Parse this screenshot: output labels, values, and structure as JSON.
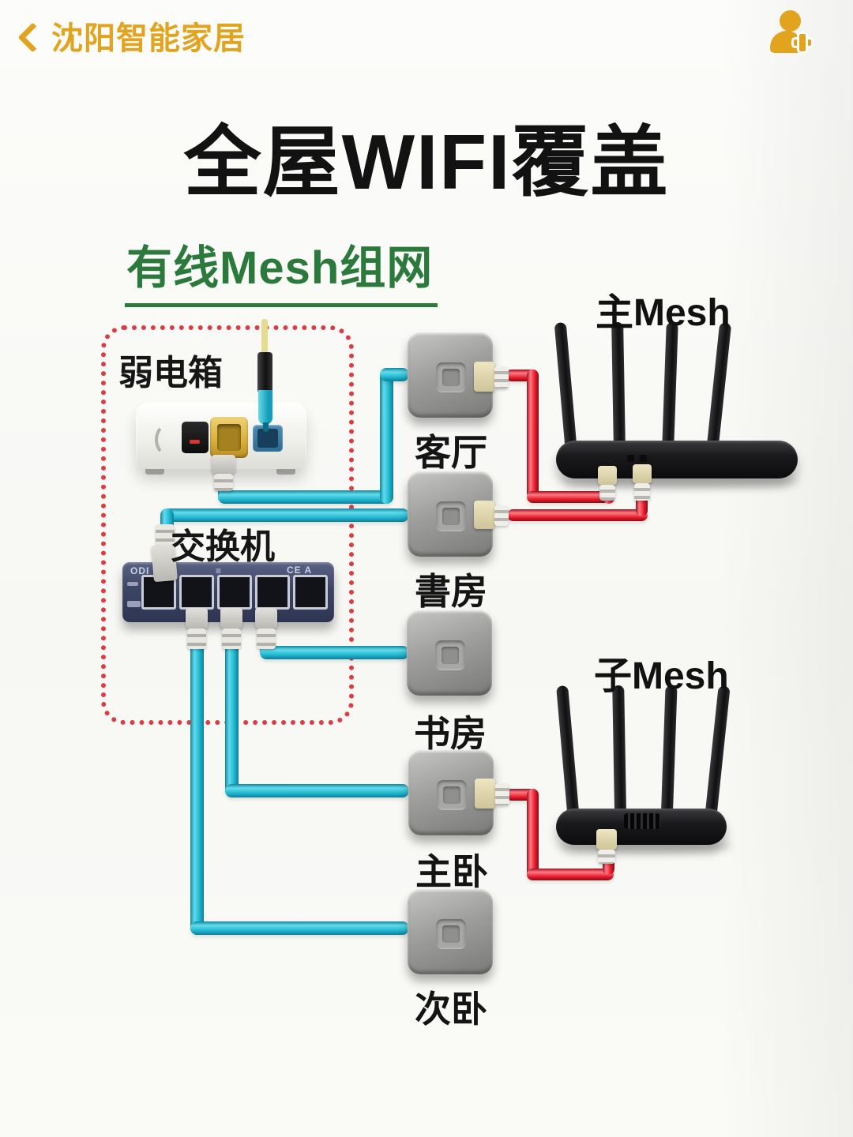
{
  "header": {
    "account": "沈阳智能家居",
    "accent_color": "#E2A41E"
  },
  "title": {
    "text": "全屋WIFI覆盖"
  },
  "subtitle": {
    "text": "有线Mesh组网",
    "color": "#2B7A3C"
  },
  "diagram": {
    "weak_box": {
      "label": "弱电箱",
      "border_color": "#DC3C42"
    },
    "switch": {
      "label": "交换机",
      "marks_left": "ODI",
      "marks_center": "≡",
      "marks_right": "CE A"
    },
    "routers": [
      {
        "label": "主Mesh"
      },
      {
        "label": "子Mesh"
      }
    ],
    "plates": [
      {
        "label": "客厅"
      },
      {
        "label": "書房"
      },
      {
        "label": "书房"
      },
      {
        "label": "主卧"
      },
      {
        "label": "次卧"
      }
    ],
    "colors": {
      "lan_cable": "#1FB3CE",
      "patch_cable": "#E51A2B",
      "fiber": "#E5DC8E",
      "dashed_box": "#DC3C42"
    },
    "connections": [
      {
        "from": "光猫",
        "to": "客厅",
        "cable": "blue-lan"
      },
      {
        "from": "客厅",
        "to": "主Mesh",
        "cable": "red-patch"
      },
      {
        "from": "主Mesh",
        "to": "書房",
        "cable": "red-patch"
      },
      {
        "from": "書房",
        "to": "交换机",
        "cable": "blue-lan"
      },
      {
        "from": "交换机",
        "to": "书房",
        "cable": "blue-lan"
      },
      {
        "from": "交换机",
        "to": "主卧",
        "cable": "blue-lan"
      },
      {
        "from": "交换机",
        "to": "次卧",
        "cable": "blue-lan"
      },
      {
        "from": "主卧",
        "to": "子Mesh",
        "cable": "red-patch"
      }
    ]
  }
}
